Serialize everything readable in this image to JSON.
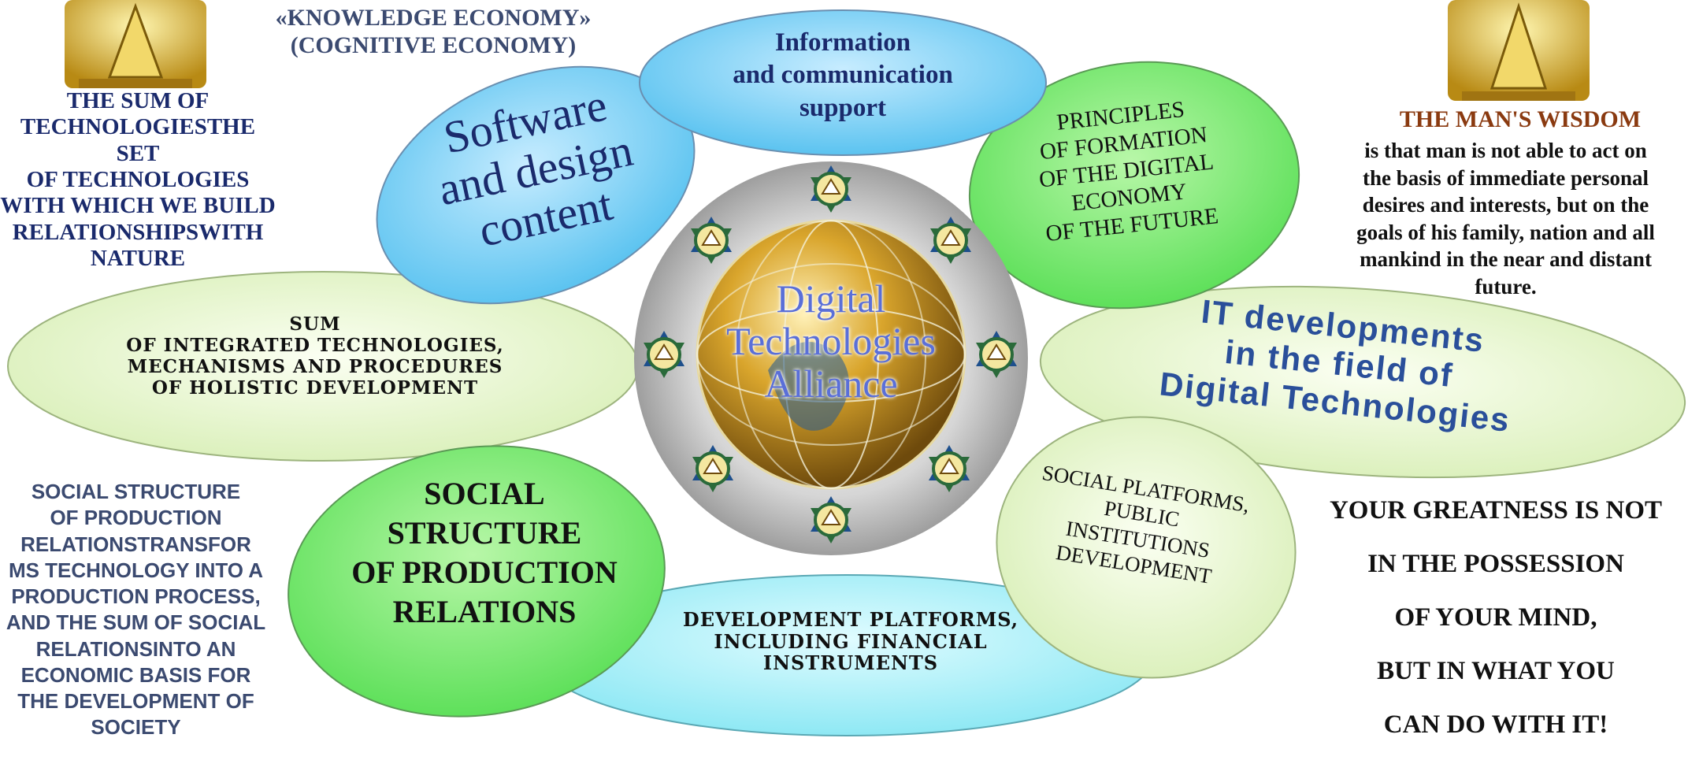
{
  "top_strip": "                    ",
  "left_column": {
    "title": "«KNOWLEDGE ECONOMY»\n(COGNITIVE ECONOMY)",
    "sum_text": "THE SUM OF\nTECHNOLOGIESTHE SET\nOF TECHNOLOGIES\nWITH WHICH WE BUILD\nRELATIONSHIPSWITH\nNATURE",
    "social_text": "SOCIAL STRUCTURE\nOF PRODUCTION\nRELATIONSTRANSFOR\nMS TECHNOLOGY INTO A\nPRODUCTION PROCESS,\nAND THE SUM OF SOCIAL\nRELATIONSINTO AN\nECONOMIC BASIS FOR\nTHE DEVELOPMENT OF\nSOCIETY"
  },
  "right_column": {
    "wisdom_title": "THE MAN'S WISDOM",
    "wisdom_text": "is that man is not able to act on\nthe basis of immediate personal\ndesires and interests, but on the\ngoals of his family, nation and all\nmankind in the near and distant\nfuture.",
    "greatness_lines": [
      "YOUR GREATNESS IS NOT",
      "IN THE POSSESSION",
      "OF YOUR MIND,",
      "BUT IN WHAT YOU",
      "CAN DO WITH IT!"
    ]
  },
  "center": {
    "globe_label": "Digital\nTechnologies\nAlliance"
  },
  "petals": {
    "info": "Information\nand communication\nsupport",
    "software": "Software\nand design\ncontent",
    "principles": "PRINCIPLES\nOF FORMATION\nOF THE DIGITAL\nECONOMY\nOF THE FUTURE",
    "sum": "SUM\nOF INTEGRATED TECHNOLOGIES,\nMECHANISMS AND PROCEDURES\nOF HOLISTIC DEVELOPMENT",
    "it": "IT developments\nin the field of\nDigital Technologies",
    "social": "SOCIAL\nSTRUCTURE\nOF PRODUCTION\nRELATIONS",
    "platforms": "SOCIAL PLATFORMS,\nPUBLIC\nINSTITUTIONS\nDEVELOPMENT",
    "development": "DEVELOPMENT PLATFORMS,\nINCLUDING FINANCIAL\nINSTRUMENTS"
  },
  "colors": {
    "navy": "#1a2a6c",
    "slate": "#3b4a70",
    "wisdom_red": "#8a3a10",
    "blue_petal": "#7cd0f4",
    "green_petal": "#7cea70",
    "pale_petal": "#eaf6d2",
    "cyan_petal": "#a8f2f8",
    "gold": "#d4a72c"
  },
  "icons": [
    "emblem-icon",
    "star-compass-icon",
    "globe-icon"
  ]
}
